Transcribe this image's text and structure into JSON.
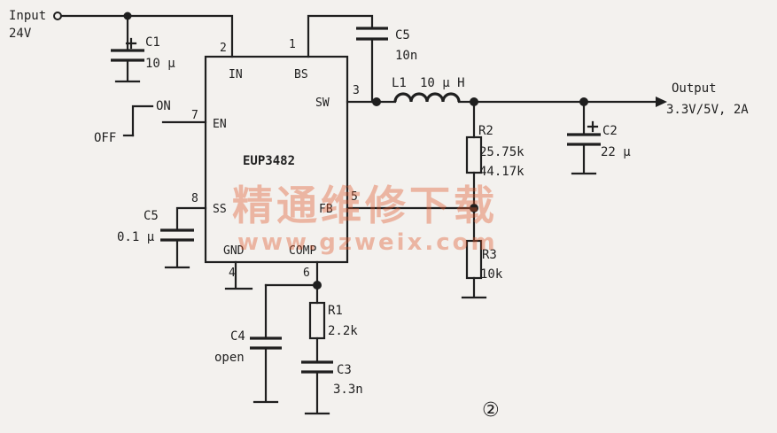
{
  "diagram": {
    "ic": {
      "part": "EUP3482",
      "pins": {
        "in": {
          "label": "IN",
          "num": "2"
        },
        "bs": {
          "label": "BS",
          "num": "1"
        },
        "sw": {
          "label": "SW",
          "num": "3"
        },
        "en": {
          "label": "EN",
          "num": "7"
        },
        "ss": {
          "label": "SS",
          "num": "8"
        },
        "fb": {
          "label": "FB",
          "num": "5"
        },
        "gnd": {
          "label": "GND",
          "num": "4"
        },
        "comp": {
          "label": "COMP",
          "num": "6"
        }
      }
    },
    "input": {
      "label": "Input",
      "voltage": "24V"
    },
    "output": {
      "label": "Output",
      "spec": "3.3V/5V, 2A"
    },
    "switch": {
      "on": "ON",
      "off": "OFF"
    },
    "components": {
      "c1": {
        "ref": "C1",
        "value": "10 μ"
      },
      "c5_bs": {
        "ref": "C5",
        "value": "10n"
      },
      "l1": {
        "ref": "L1",
        "value": "10 μ H"
      },
      "r2": {
        "ref": "R2",
        "value1": "25.75k",
        "value2": "44.17k"
      },
      "c2": {
        "ref": "C2",
        "value": "22 μ"
      },
      "c5_ss": {
        "ref": "C5",
        "value": "0.1 μ"
      },
      "r3": {
        "ref": "R3",
        "value": "10k"
      },
      "r1": {
        "ref": "R1",
        "value": "2.2k"
      },
      "c3": {
        "ref": "C3",
        "value": "3.3n"
      },
      "c4": {
        "ref": "C4",
        "value": "open"
      }
    },
    "figure_number": "②",
    "watermark": {
      "text": "精通维修下载",
      "url": "www.gzweix.com"
    }
  }
}
